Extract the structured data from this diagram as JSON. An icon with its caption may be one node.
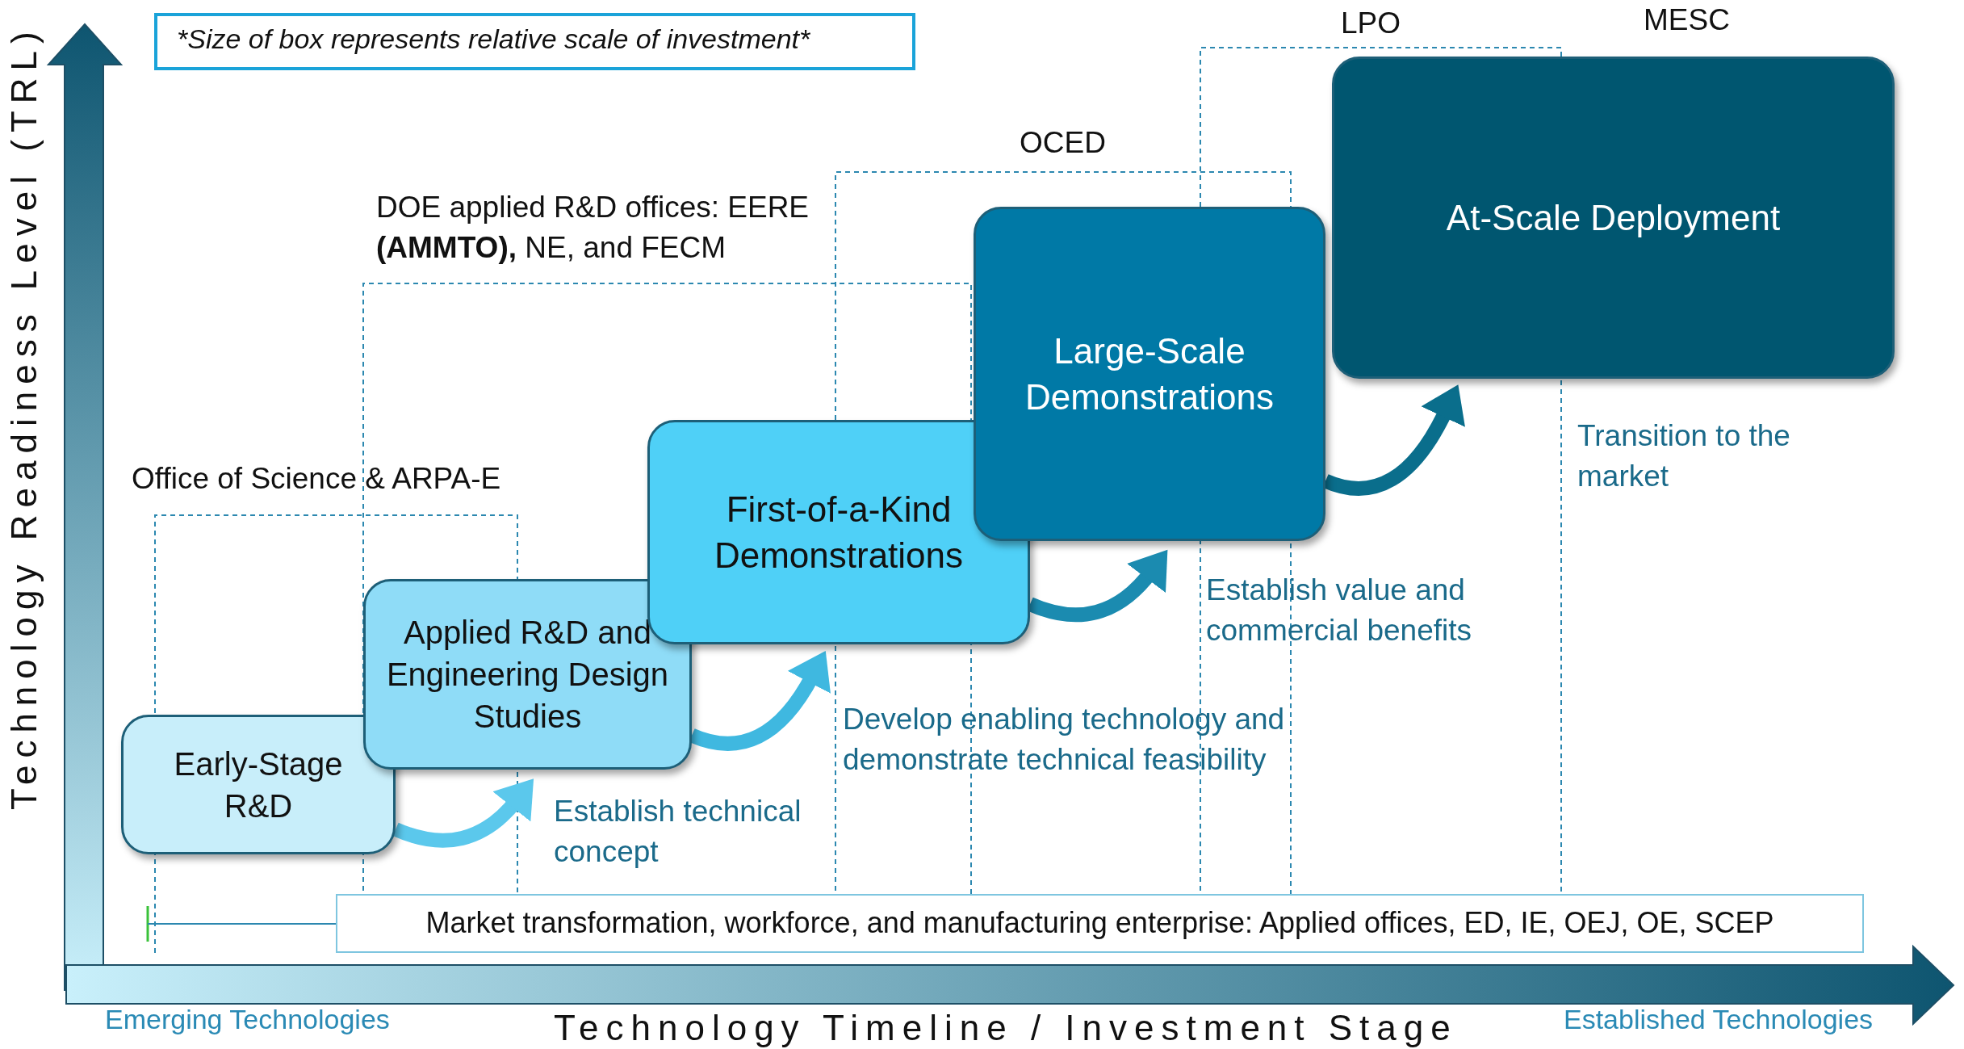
{
  "diagram": {
    "nodes": [
      {
        "text": [
          "Early-Stage R&D"
        ]
      },
      {
        "text": [
          "Applied R&D and Engineering Design Studies"
        ]
      },
      {
        "text": [
          "First-of-a-Kind Demonstrations"
        ]
      },
      {
        "text": [
          "Large-Scale Demonstrations"
        ]
      },
      {
        "text": [
          "At-Scale Deployment"
        ]
      },
      {
        "text": [
          "Market transformation, workforce, and manufacturing enterprise: Applied offices, ED, IE, OEJ, OE, SCEP"
        ]
      }
    ],
    "edges": [
      {
        "from": 0,
        "to": 1,
        "arrow": "to",
        "color": "#5bc8ec"
      },
      {
        "from": 1,
        "to": 2,
        "arrow": "to",
        "color": "#3fb8e0"
      },
      {
        "from": 2,
        "to": 3,
        "arrow": "to",
        "color": "#1b8bb0"
      },
      {
        "from": 3,
        "to": 4,
        "arrow": "to",
        "color": "#0a6e8c"
      }
    ],
    "labels": [
      "*Size of box represents relative scale of investment*",
      "LPO",
      "MESC",
      "OCED",
      "DOE applied R&D offices: EERE **(AMMTO),** NE, and FECM",
      "Technology Readiness Level (TRL)",
      "Office of Science & ARPA-E",
      "Transition to the market",
      "Establish value and commercial benefits",
      "Develop enabling technology and demonstrate technical feasibility",
      "Establish technical concept",
      "Emerging Technologies",
      "Technology Timeline / Investment Stage",
      "Established Technologies"
    ]
  }
}
